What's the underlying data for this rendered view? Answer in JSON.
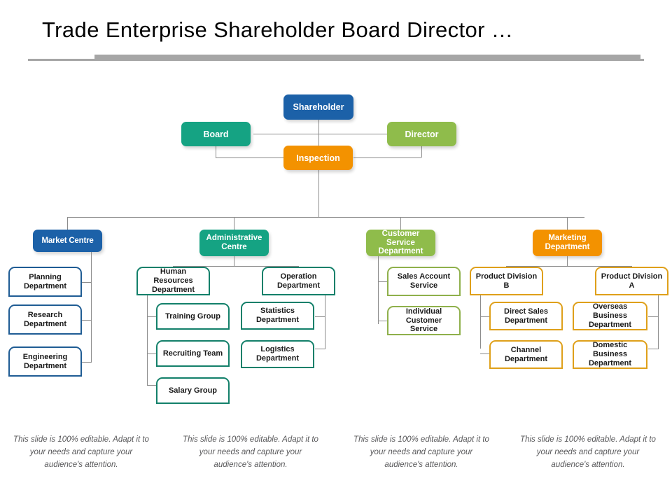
{
  "slide": {
    "title": "Trade Enterprise Shareholder Board Director …",
    "background": "#ffffff"
  },
  "palette": {
    "blue": "#1c61a8",
    "teal": "#15a383",
    "green": "#8fbc4b",
    "orange": "#f39200",
    "connector": "#8c8c8c",
    "rule": "#a6a6a6",
    "note_text": "#58585a"
  },
  "chart_data": {
    "type": "diagram",
    "title": "Trade Enterprise Shareholder Board Director …",
    "top_level": [
      {
        "id": "shareholder",
        "label": "Shareholder",
        "color": "#1c61a8"
      },
      {
        "id": "board",
        "label": "Board",
        "color": "#15a383"
      },
      {
        "id": "director",
        "label": "Director",
        "color": "#8fbc4b"
      },
      {
        "id": "inspection",
        "label": "Inspection",
        "color": "#f39200"
      }
    ],
    "columns": [
      {
        "id": "market-centre",
        "header": "Market Centre",
        "color": "#1c61a8",
        "branches": [
          {
            "id": "market-centre-direct",
            "label": null,
            "children": [
              "Planning Department",
              "Research Department",
              "Engineering Department"
            ]
          }
        ]
      },
      {
        "id": "administrative-centre",
        "header": "Administrative Centre",
        "color": "#15a383",
        "branches": [
          {
            "id": "human-resources-department",
            "label": "Human Resources Department",
            "children": [
              "Training Group",
              "Recruiting Team",
              "Salary Group"
            ]
          },
          {
            "id": "operation-department",
            "label": "Operation Department",
            "children": [
              "Statistics Department",
              "Logistics Department"
            ]
          }
        ]
      },
      {
        "id": "customer-service-department",
        "header": "Customer Service Department",
        "color": "#8fbc4b",
        "branches": [
          {
            "id": "customer-service-direct",
            "label": null,
            "children": [
              "Sales Account Service",
              "Individual Customer Service"
            ]
          }
        ]
      },
      {
        "id": "marketing-department",
        "header": "Marketing Department",
        "color": "#f39200",
        "branches": [
          {
            "id": "product-division-b",
            "label": "Product Division B",
            "children": [
              "Direct Sales Department",
              "Channel Department"
            ]
          },
          {
            "id": "product-division-a",
            "label": "Product Division A",
            "children": [
              "Overseas Business Department",
              "Domestic Business Department"
            ]
          }
        ]
      }
    ]
  },
  "top": {
    "shareholder": "Shareholder",
    "board": "Board",
    "director": "Director",
    "inspection": "Inspection"
  },
  "headers": {
    "market_centre": "Market Centre",
    "administrative_centre": "Administrative Centre",
    "customer_service": "Customer Service Department",
    "marketing": "Marketing Department"
  },
  "market_centre": {
    "planning": "Planning Department",
    "research": "Research Department",
    "engineering": "Engineering Department"
  },
  "administrative": {
    "hr": "Human Resources Department",
    "operation": "Operation Department",
    "training": "Training Group",
    "recruiting": "Recruiting Team",
    "salary": "Salary Group",
    "statistics": "Statistics Department",
    "logistics": "Logistics Department"
  },
  "customer_service": {
    "sales_account": "Sales Account Service",
    "individual": "Individual Customer Service"
  },
  "marketing": {
    "division_b": "Product Division B",
    "division_a": "Product Division A",
    "direct_sales": "Direct Sales Department",
    "channel": "Channel Department",
    "overseas": "Overseas Business Department",
    "domestic": "Domestic Business Department"
  },
  "notes": {
    "note1": "This slide is 100% editable. Adapt it to your needs and capture your audience's attention.",
    "note2": "This slide is 100% editable. Adapt it to your needs and capture your audience's attention.",
    "note3": "This slide is 100% editable. Adapt it to your needs and capture your audience's attention.",
    "note4": "This slide is 100% editable. Adapt it to your needs and capture your audience's attention."
  }
}
